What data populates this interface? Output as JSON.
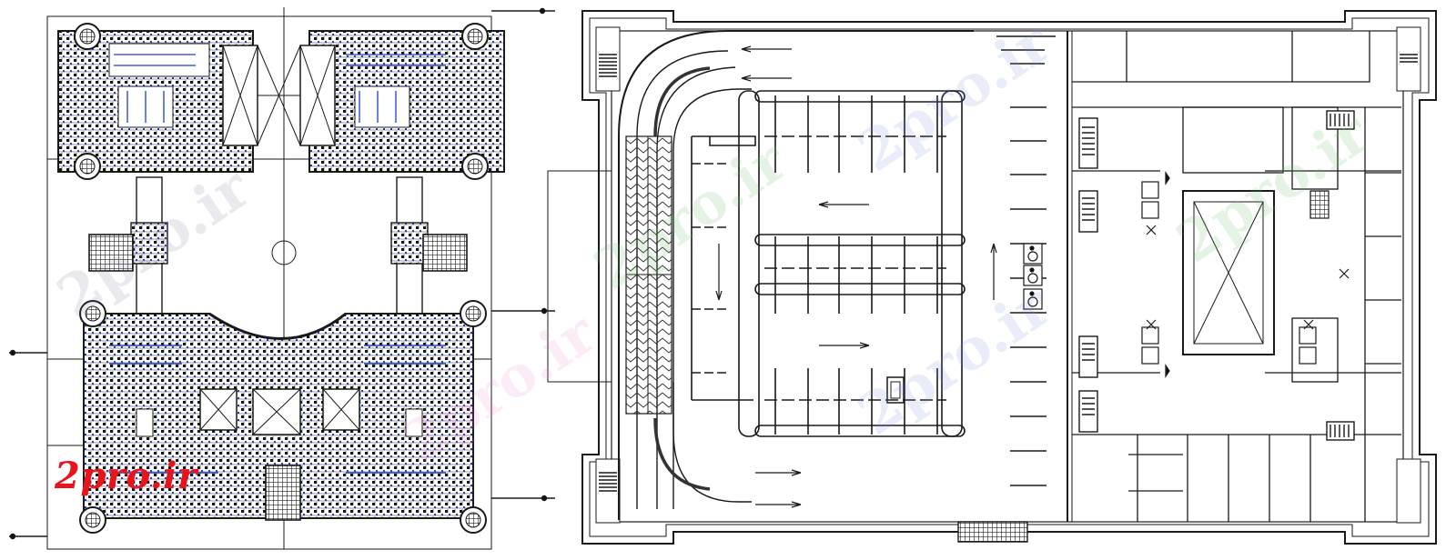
{
  "watermark_text": "2pro.ir",
  "logo_text": "2pro.ir",
  "colors": {
    "line": "#1a1a1a",
    "furniture_blue": "#1f3fd0",
    "logo_red": "#e8141b",
    "watermark": "#b0b0c8",
    "background": "#ffffff"
  },
  "drawings": [
    {
      "name": "office-floor-plan",
      "type": "cad-plan",
      "symbols": [
        "desk",
        "chair",
        "column",
        "stair",
        "hatch",
        "atrium"
      ]
    },
    {
      "name": "parking-floor-plan",
      "type": "cad-plan",
      "symbols": [
        "ramp",
        "parking-bay",
        "direction-arrow",
        "accessible-symbol",
        "stair",
        "atrium",
        "elevator"
      ]
    }
  ]
}
